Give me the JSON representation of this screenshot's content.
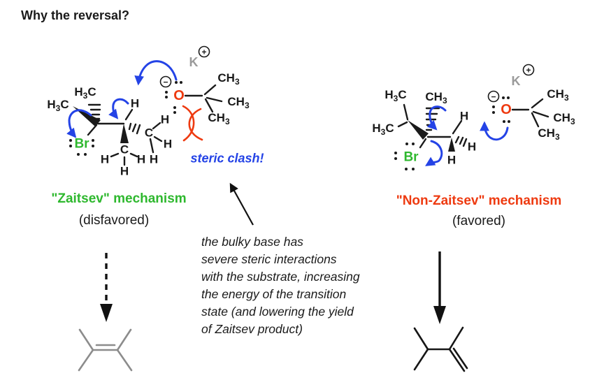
{
  "title": "Why the reversal?",
  "sym": {
    "H": "H",
    "three": "3",
    "C": "C",
    "Br": "Br",
    "O": "O",
    "K": "K",
    "plus": "+",
    "minus": "−"
  },
  "left": {
    "mechanism_label": "\"Zaitsev\" mechanism",
    "favorability": "(disfavored)",
    "steric_note": "steric clash!"
  },
  "right": {
    "mechanism_label": "\"Non-Zaitsev\" mechanism",
    "favorability": "(favored)"
  },
  "annotation": {
    "line1": "the bulky base has",
    "line2": "severe steric interactions",
    "line3": "with the substrate, increasing",
    "line4": "the energy of the transition",
    "line5": "state (and lowering the yield",
    "line6": "of Zaitsev product)"
  },
  "colors": {
    "blue": "#2443e6",
    "green": "#2eb82e",
    "red": "#ee3a10",
    "gray": "#9a9a9a",
    "product_gray": "#8c8c8c",
    "ink": "#1a1a1a"
  }
}
